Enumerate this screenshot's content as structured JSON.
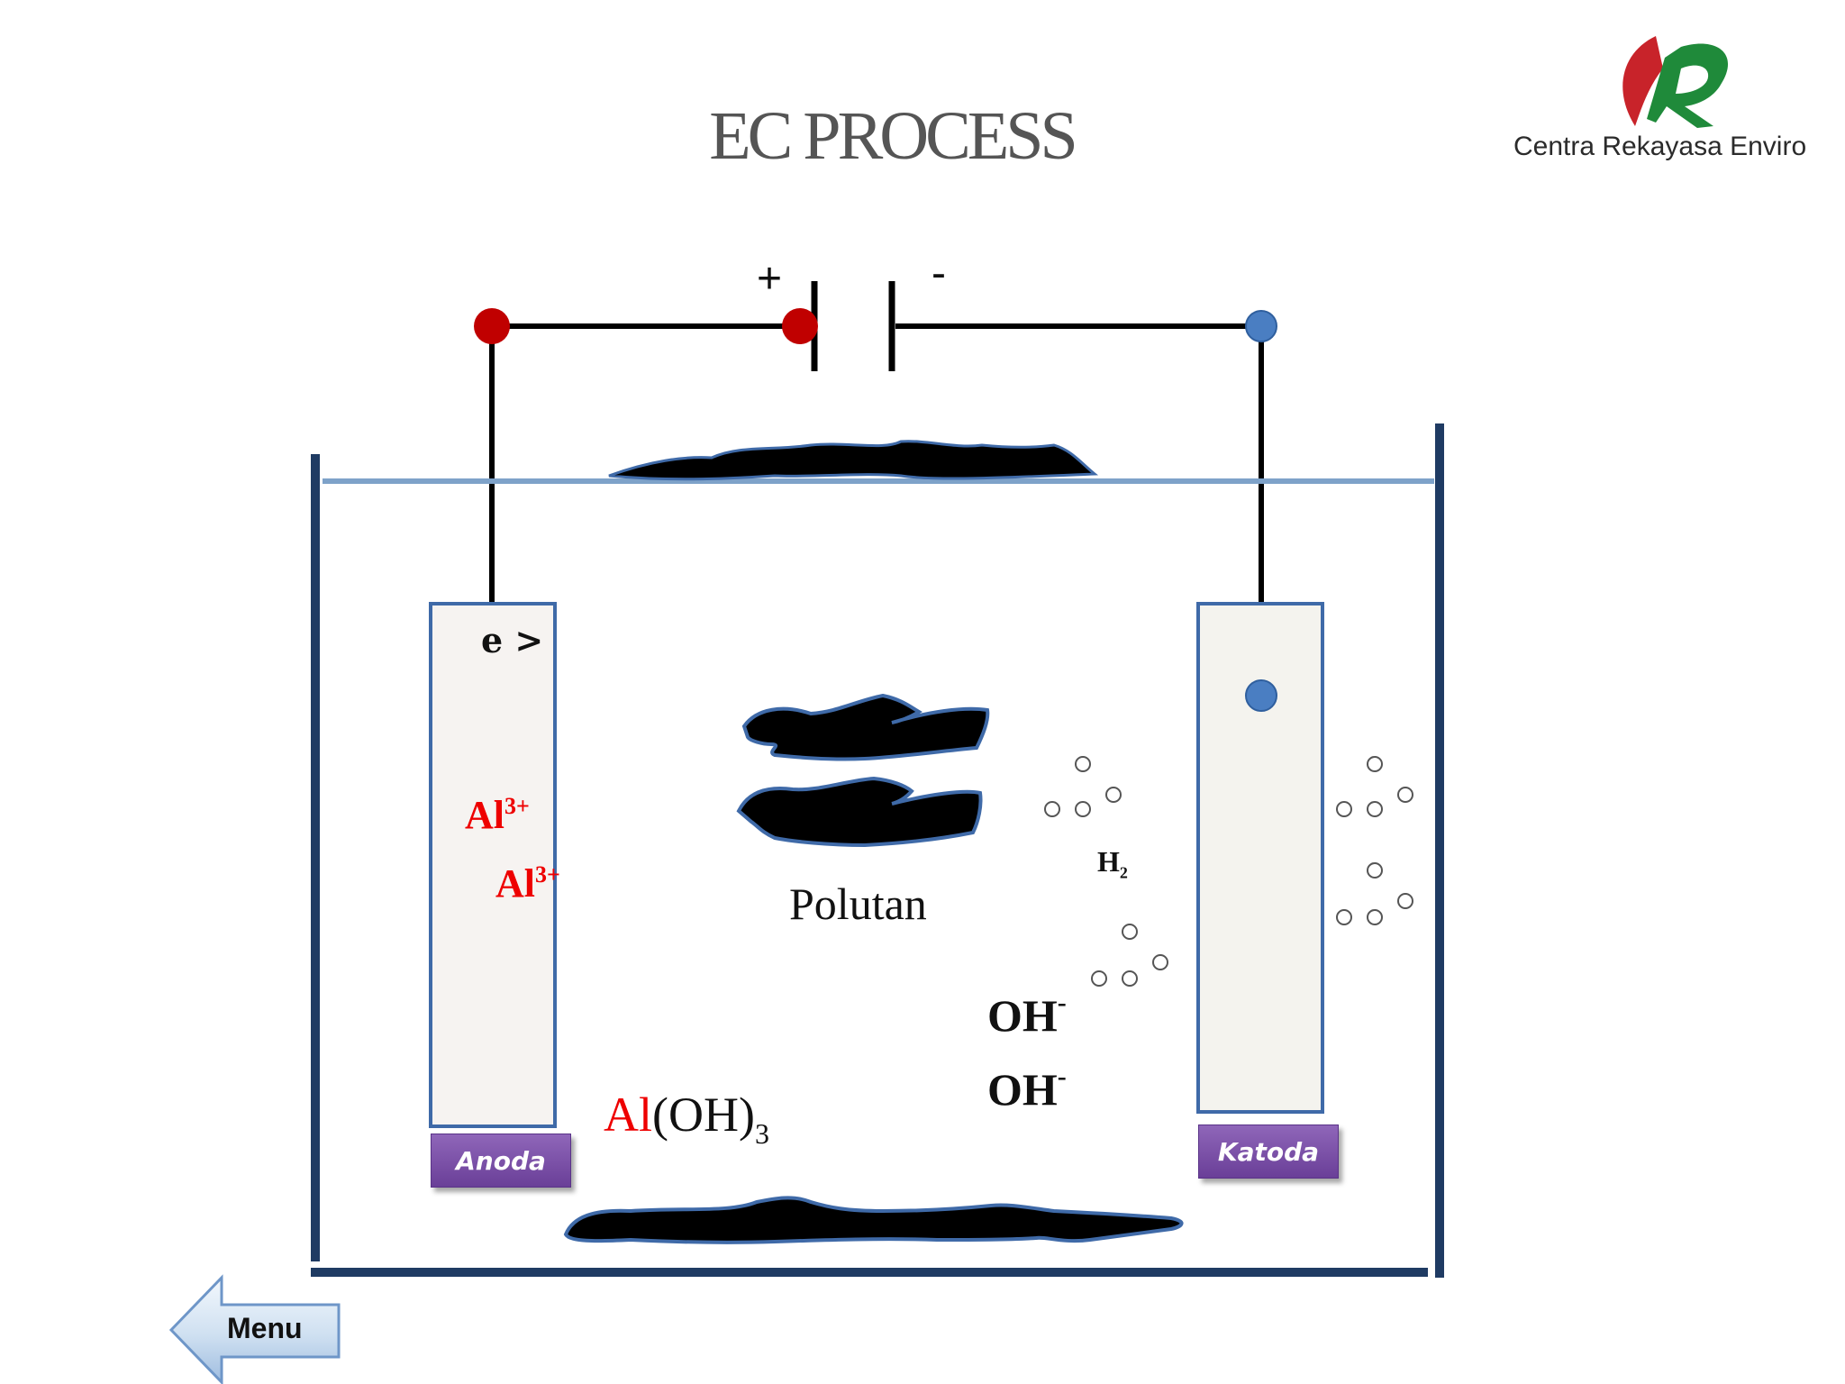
{
  "title": "EC PROCESS",
  "logo": {
    "text": "Centra Rekayasa Enviro",
    "icon": "crest-r-icon",
    "colors": {
      "green": "#1f8a3a",
      "red": "#c8232a"
    }
  },
  "power_source": {
    "positive_sign": "+",
    "negative_sign": "-",
    "positive_color": "#c00000",
    "negative_color": "#4a7ec2"
  },
  "anode": {
    "tag": "Anoda",
    "electron_label": "e >",
    "ions": [
      {
        "symbol": "Al",
        "charge": "3+"
      },
      {
        "symbol": "Al",
        "charge": "3+"
      }
    ]
  },
  "cathode": {
    "tag": "Katoda",
    "gas_label": "H",
    "gas_subscript": "2"
  },
  "pollutant_label": "Polutan",
  "hydroxide_ions": [
    {
      "symbol": "OH",
      "charge": "-"
    },
    {
      "symbol": "OH",
      "charge": "-"
    }
  ],
  "product": {
    "metal": "Al",
    "group": "(OH)",
    "subscript": "3"
  },
  "menu_button": {
    "label": "Menu"
  },
  "colors": {
    "tank": "#1f3b63",
    "water_line": "#7ea2c9",
    "electrode_border": "#3f6aa8",
    "tag_fill": "#7b52a8",
    "sludge": "#000000"
  }
}
